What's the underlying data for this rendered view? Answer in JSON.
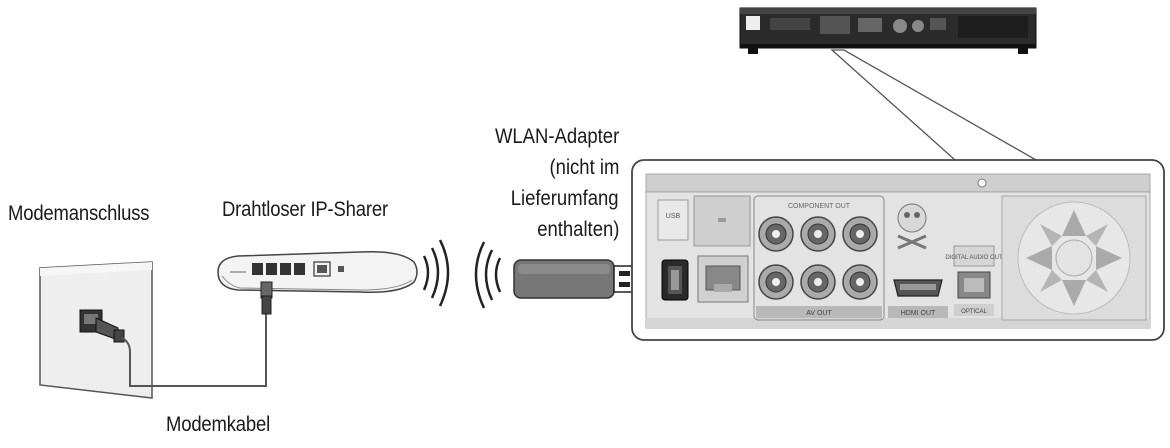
{
  "labels": {
    "modem_port": "Modemanschluss",
    "router": "Drahtloser IP-Sharer",
    "modem_cable": "Modemkabel",
    "adapter_lines": [
      "WLAN-Adapter",
      "(nicht im",
      "Lieferumfang",
      "enthalten)"
    ]
  },
  "panel_text": {
    "component_out": "COMPONENT OUT",
    "av_out": "AV OUT",
    "hdmi_out": "HDMI OUT",
    "optical": "OPTICAL",
    "digital_audio_out": "DIGITAL AUDIO OUT",
    "usb": "USB"
  }
}
